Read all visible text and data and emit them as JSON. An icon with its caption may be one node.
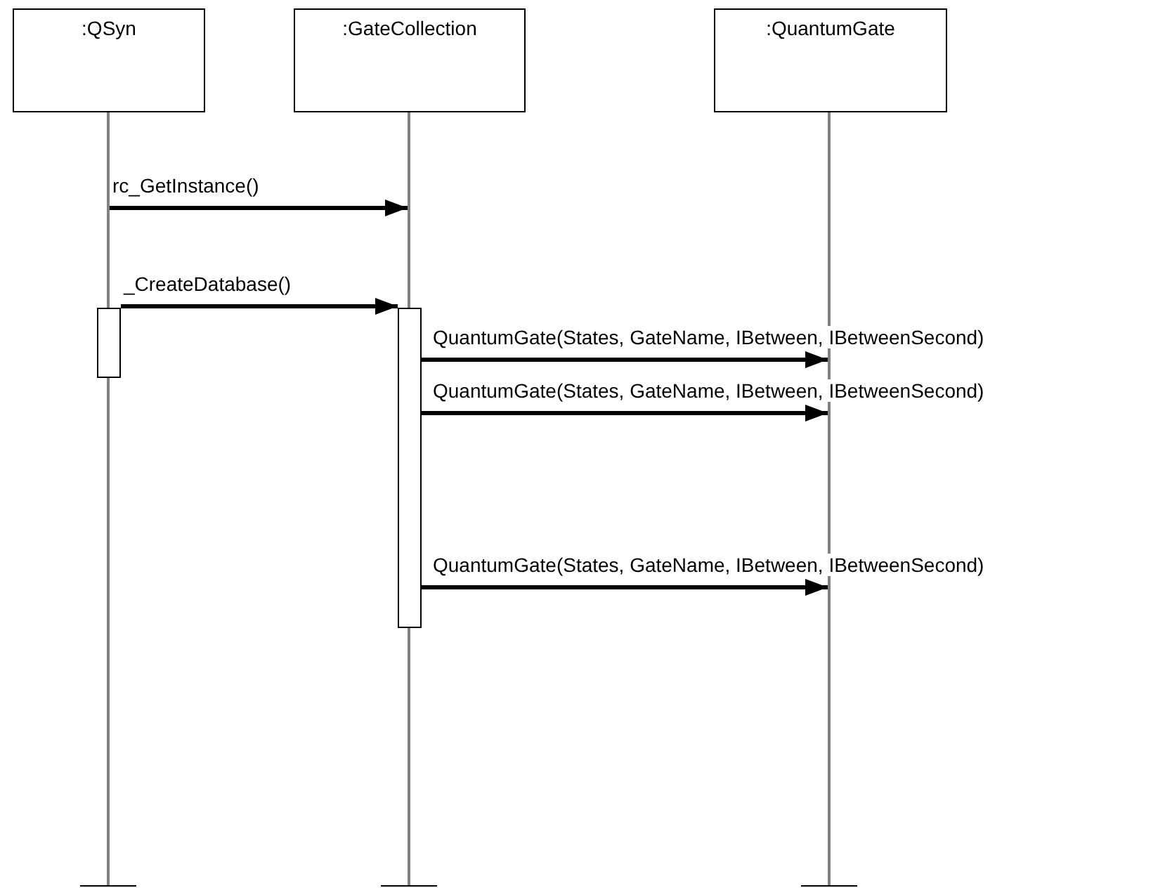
{
  "diagram": {
    "nodes": [
      {
        "text": [
          ":QSyn"
        ]
      },
      {
        "text": [
          ":GateCollection"
        ]
      },
      {
        "text": [
          ":QuantumGate"
        ]
      },
      {
        "text": [],
        "shape": "line"
      },
      {
        "text": [],
        "shape": "line"
      },
      {
        "text": [],
        "shape": "line"
      },
      {
        "text": [],
        "shape": "bar"
      },
      {
        "text": [],
        "shape": "bar"
      }
    ],
    "edges": [
      {
        "from": 3,
        "to": 4,
        "arrow": "to",
        "label": "rc_GetInstance()"
      },
      {
        "from": 6,
        "to": 7,
        "arrow": "to",
        "label": "_CreateDatabase()"
      },
      {
        "from": 7,
        "to": 5,
        "arrow": "to",
        "label": "QuantumGate(States, GateName, IBetween, IBetweenSecond)"
      },
      {
        "from": 7,
        "to": 5,
        "arrow": "to",
        "label": "QuantumGate(States, GateName, IBetween, IBetweenSecond)"
      },
      {
        "from": 7,
        "to": 5,
        "arrow": "to",
        "label": "QuantumGate(States, GateName, IBetween, IBetweenSecond)"
      }
    ]
  }
}
